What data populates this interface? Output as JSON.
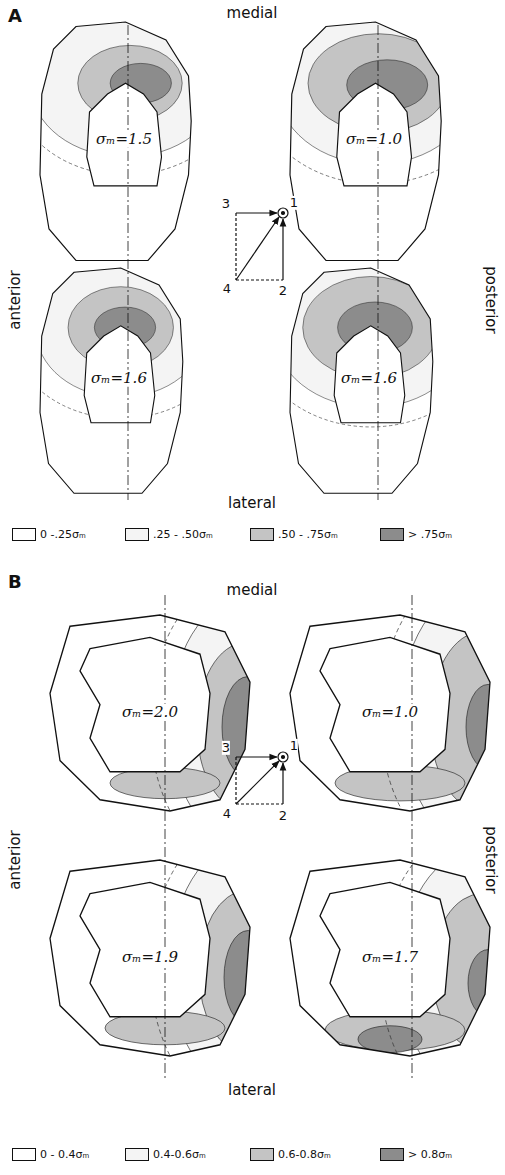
{
  "diagram": {
    "labels": [
      "A",
      "medial",
      "anterior",
      "posterior",
      "lateral",
      "σₘ=1.5",
      "σₘ=1.0",
      "σₘ=1.6",
      "σₘ=1.6",
      "3",
      "1",
      "4",
      "2",
      "B",
      "medial",
      "anterior",
      "posterior",
      "lateral",
      "σₘ=2.0",
      "σₘ=1.0",
      "σₘ=1.9",
      "σₘ=1.7",
      "3",
      "1",
      "4",
      "2"
    ],
    "legend": [
      {
        "text": "0 -.25σₘ",
        "color": "#ffffff"
      },
      {
        "text": ".25 - .50σₘ",
        "color": "#f4f4f4"
      },
      {
        "text": ".50 - .75σₘ",
        "color": "#c4c4c4"
      },
      {
        "text": "> .75σₘ",
        "color": "#8c8c8c"
      },
      {
        "text": "0 - 0.4σₘ",
        "color": "#ffffff"
      },
      {
        "text": "0.4-0.6σₘ",
        "color": "#f4f4f4"
      },
      {
        "text": "0.6-0.8σₘ",
        "color": "#c4c4c4"
      },
      {
        "text": "> 0.8σₘ",
        "color": "#8c8c8c"
      }
    ]
  }
}
